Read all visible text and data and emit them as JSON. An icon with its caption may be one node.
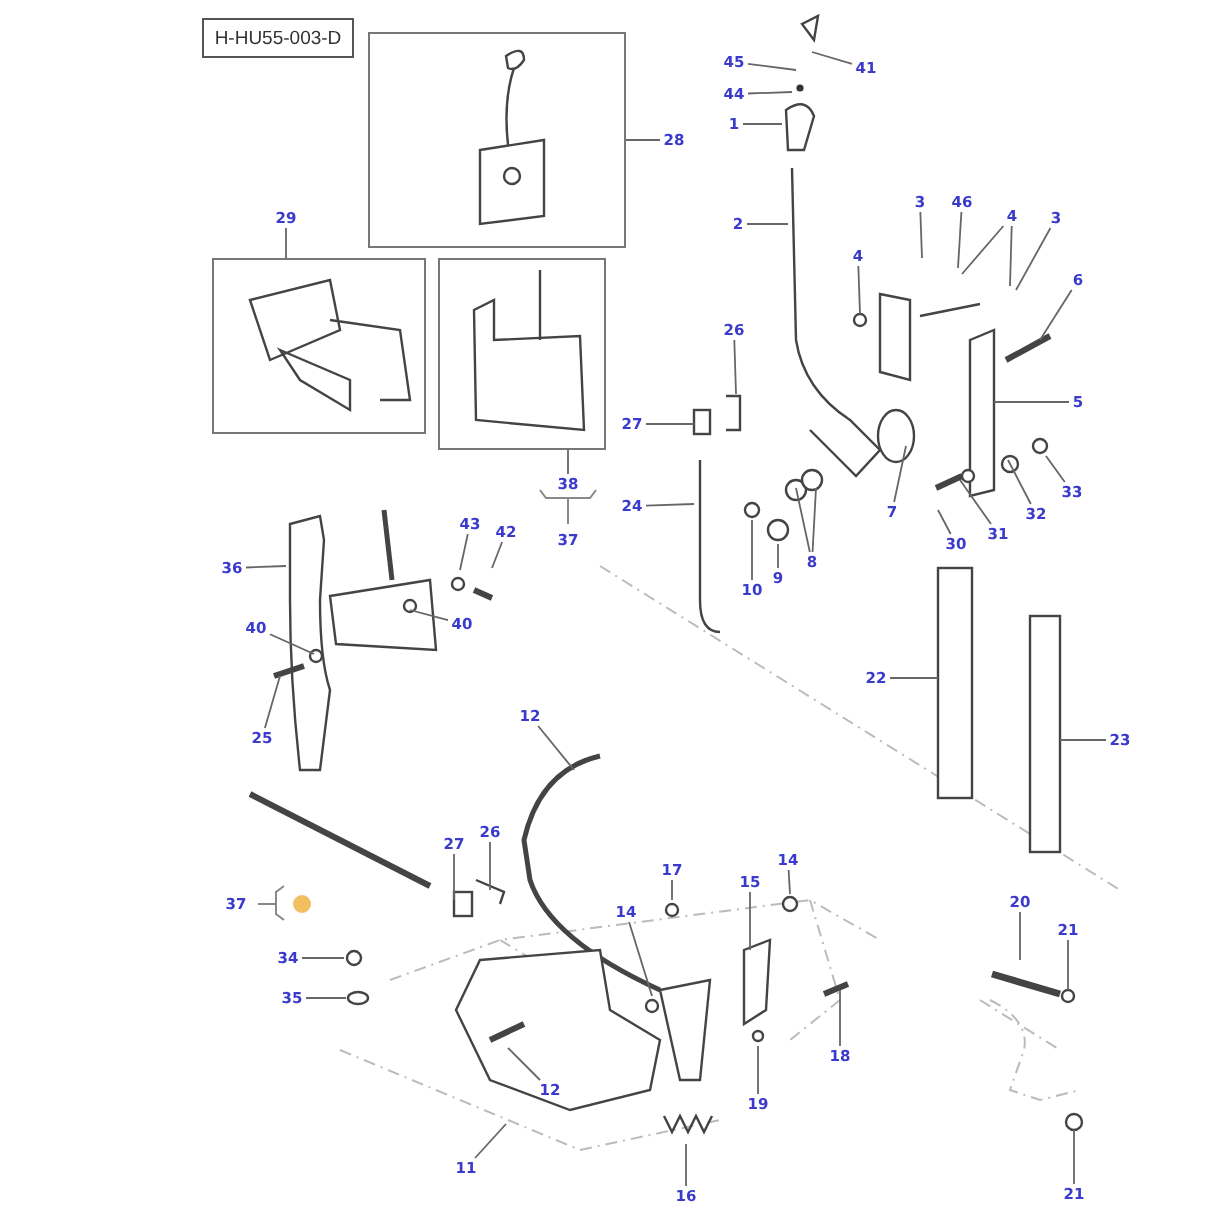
{
  "diagram": {
    "nodes": [
      {
        "text": [
          "H-HU55-003-D"
        ]
      },
      {
        "text": [],
        "shape": "box"
      },
      {
        "text": [],
        "shape": "box"
      },
      {
        "text": [],
        "shape": "box"
      },
      {
        "text": [
          "45"
        ]
      },
      {
        "text": [
          "41"
        ]
      },
      {
        "text": [
          "44"
        ]
      },
      {
        "text": [
          "1"
        ]
      },
      {
        "text": [
          "28"
        ]
      },
      {
        "text": [
          "3"
        ]
      },
      {
        "text": [
          "46"
        ]
      },
      {
        "text": [
          "4"
        ]
      },
      {
        "text": [
          "3"
        ]
      },
      {
        "text": [
          "29"
        ]
      },
      {
        "text": [
          "2"
        ]
      },
      {
        "text": [
          "4"
        ]
      },
      {
        "text": [
          "6"
        ]
      },
      {
        "text": [
          "26"
        ]
      },
      {
        "text": [
          "5"
        ]
      },
      {
        "text": [
          "27"
        ]
      },
      {
        "text": [
          "38"
        ]
      },
      {
        "text": [
          "33"
        ]
      },
      {
        "text": [
          "24"
        ]
      },
      {
        "text": [
          "7"
        ]
      },
      {
        "text": [
          "32"
        ]
      },
      {
        "text": [
          "43"
        ]
      },
      {
        "text": [
          "42"
        ]
      },
      {
        "text": [
          "31"
        ]
      },
      {
        "text": [
          "37"
        ]
      },
      {
        "text": [
          "30"
        ]
      },
      {
        "text": [
          "8"
        ]
      },
      {
        "text": [
          "36"
        ]
      },
      {
        "text": [
          "9"
        ]
      },
      {
        "text": [
          "10"
        ]
      },
      {
        "text": [
          "40"
        ]
      },
      {
        "text": [
          "40"
        ]
      },
      {
        "text": [
          "22"
        ]
      },
      {
        "text": [
          "12"
        ]
      },
      {
        "text": [
          "25"
        ]
      },
      {
        "text": [
          "23"
        ]
      },
      {
        "text": [
          "26"
        ]
      },
      {
        "text": [
          "27"
        ]
      },
      {
        "text": [
          "14"
        ]
      },
      {
        "text": [
          "17"
        ]
      },
      {
        "text": [
          "15"
        ]
      },
      {
        "text": [
          "37"
        ]
      },
      {
        "text": [
          "20"
        ]
      },
      {
        "text": [
          "14"
        ]
      },
      {
        "text": [
          "21"
        ]
      },
      {
        "text": [
          "34"
        ]
      },
      {
        "text": [
          "35"
        ]
      },
      {
        "text": [
          "18"
        ]
      },
      {
        "text": [
          "12"
        ]
      },
      {
        "text": [
          "19"
        ]
      },
      {
        "text": [
          "11"
        ]
      },
      {
        "text": [
          "21"
        ]
      },
      {
        "text": [
          "16"
        ]
      }
    ],
    "edges": [
      {
        "from": 4,
        "to": null,
        "arrow": "none"
      },
      {
        "from": 5,
        "to": null,
        "arrow": "none"
      },
      {
        "from": 6,
        "to": null,
        "arrow": "none"
      },
      {
        "from": 7,
        "to": null,
        "arrow": "none"
      },
      {
        "from": 8,
        "to": 1,
        "arrow": "none"
      },
      {
        "from": 9,
        "to": null,
        "arrow": "none"
      },
      {
        "from": 10,
        "to": null,
        "arrow": "none"
      },
      {
        "from": 11,
        "to": null,
        "arrow": "none"
      },
      {
        "from": 11,
        "to": null,
        "arrow": "none"
      },
      {
        "from": 12,
        "to": null,
        "arrow": "none"
      },
      {
        "from": 13,
        "to": 2,
        "arrow": "none"
      },
      {
        "from": 14,
        "to": null,
        "arrow": "none"
      },
      {
        "from": 15,
        "to": null,
        "arrow": "none"
      },
      {
        "from": 16,
        "to": null,
        "arrow": "none"
      },
      {
        "from": 17,
        "to": null,
        "arrow": "none"
      },
      {
        "from": 18,
        "to": null,
        "arrow": "none"
      },
      {
        "from": 19,
        "to": null,
        "arrow": "none"
      },
      {
        "from": 20,
        "to": 3,
        "arrow": "none"
      },
      {
        "from": 21,
        "to": null,
        "arrow": "none"
      },
      {
        "from": 22,
        "to": null,
        "arrow": "none"
      },
      {
        "from": 23,
        "to": null,
        "arrow": "none"
      },
      {
        "from": 24,
        "to": null,
        "arrow": "none"
      },
      {
        "from": 25,
        "to": null,
        "arrow": "none"
      },
      {
        "from": 26,
        "to": null,
        "arrow": "none"
      },
      {
        "from": 27,
        "to": null,
        "arrow": "none"
      },
      {
        "from": 29,
        "to": null,
        "arrow": "none"
      },
      {
        "from": 30,
        "to": null,
        "arrow": "none"
      },
      {
        "from": 30,
        "to": null,
        "arrow": "none"
      },
      {
        "from": 31,
        "to": null,
        "arrow": "none"
      },
      {
        "from": 32,
        "to": null,
        "arrow": "none"
      },
      {
        "from": 33,
        "to": null,
        "arrow": "none"
      },
      {
        "from": 34,
        "to": null,
        "arrow": "none"
      },
      {
        "from": 35,
        "to": null,
        "arrow": "none"
      },
      {
        "from": 36,
        "to": null,
        "arrow": "none"
      },
      {
        "from": 37,
        "to": null,
        "arrow": "none"
      },
      {
        "from": 38,
        "to": null,
        "arrow": "none"
      },
      {
        "from": 39,
        "to": null,
        "arrow": "none"
      },
      {
        "from": 40,
        "to": null,
        "arrow": "none"
      },
      {
        "from": 41,
        "to": null,
        "arrow": "none"
      },
      {
        "from": 42,
        "to": null,
        "arrow": "none"
      },
      {
        "from": 43,
        "to": null,
        "arrow": "none"
      },
      {
        "from": 44,
        "to": null,
        "arrow": "none"
      },
      {
        "from": 46,
        "to": null,
        "arrow": "none"
      },
      {
        "from": 47,
        "to": null,
        "arrow": "none"
      },
      {
        "from": 48,
        "to": null,
        "arrow": "none"
      },
      {
        "from": 49,
        "to": null,
        "arrow": "none"
      },
      {
        "from": 50,
        "to": null,
        "arrow": "none"
      },
      {
        "from": 51,
        "to": null,
        "arrow": "none"
      },
      {
        "from": 52,
        "to": null,
        "arrow": "none"
      },
      {
        "from": 53,
        "to": null,
        "arrow": "none"
      },
      {
        "from": 54,
        "to": null,
        "arrow": "none"
      },
      {
        "from": 55,
        "to": null,
        "arrow": "none"
      },
      {
        "from": 56,
        "to": null,
        "arrow": "none"
      }
    ]
  }
}
